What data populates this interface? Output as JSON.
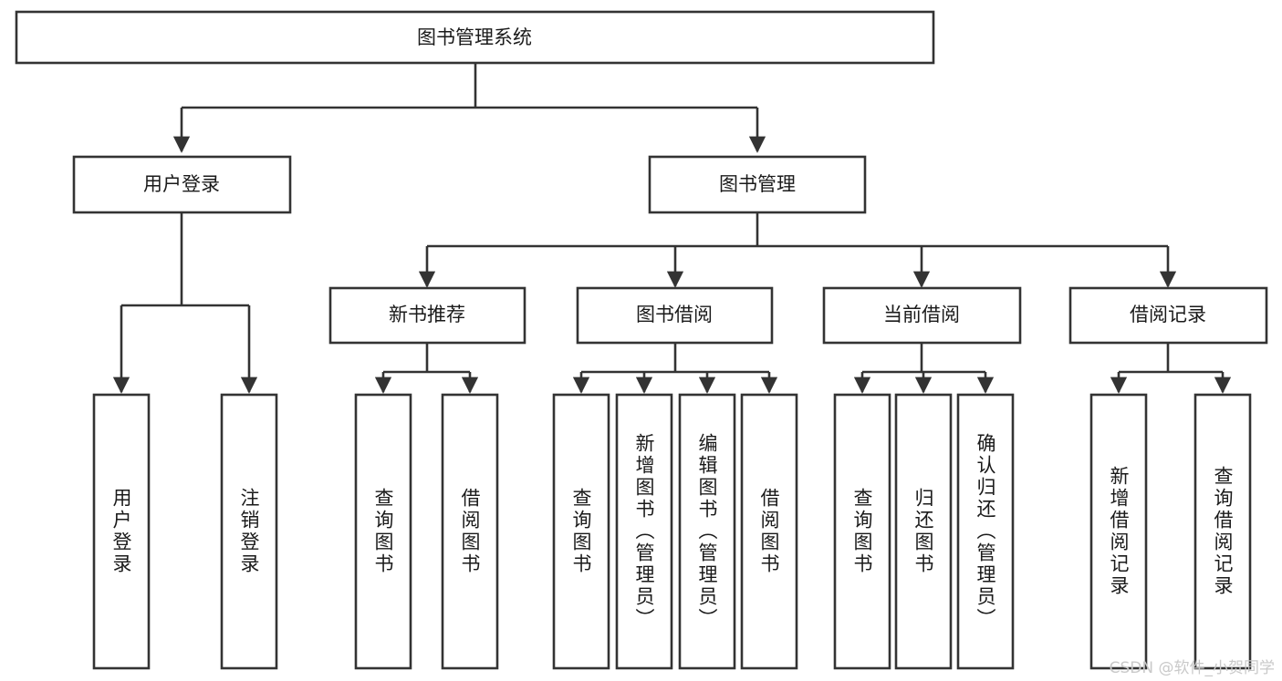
{
  "diagram": {
    "type": "tree",
    "title_node": "图书管理系统",
    "orientation": "top-down",
    "colors": {
      "box_stroke": "#333333",
      "box_fill": "#ffffff",
      "text": "#1a1a1a",
      "background": "#ffffff",
      "watermark": "#c9c9c9"
    },
    "root": {
      "label": "图书管理系统"
    },
    "level2": [
      {
        "label": "用户登录"
      },
      {
        "label": "图书管理"
      }
    ],
    "level3": [
      {
        "label": "新书推荐"
      },
      {
        "label": "图书借阅"
      },
      {
        "label": "当前借阅"
      },
      {
        "label": "借阅记录"
      }
    ],
    "leaves": {
      "user_login": [
        {
          "label": "用户登录"
        },
        {
          "label": "注销登录"
        }
      ],
      "new_book_recommend": [
        {
          "label": "查询图书"
        },
        {
          "label": "借阅图书"
        }
      ],
      "book_borrow": [
        {
          "label": "查询图书"
        },
        {
          "label": "新增图书（管理员）"
        },
        {
          "label": "编辑图书（管理员）"
        },
        {
          "label": "借阅图书"
        }
      ],
      "current_borrow": [
        {
          "label": "查询图书"
        },
        {
          "label": "归还图书"
        },
        {
          "label": "确认归还（管理员）"
        }
      ],
      "borrow_record": [
        {
          "label": "新增借阅记录"
        },
        {
          "label": "查询借阅记录"
        }
      ]
    }
  },
  "watermark": {
    "text": "CSDN @软件_小贺同学"
  }
}
